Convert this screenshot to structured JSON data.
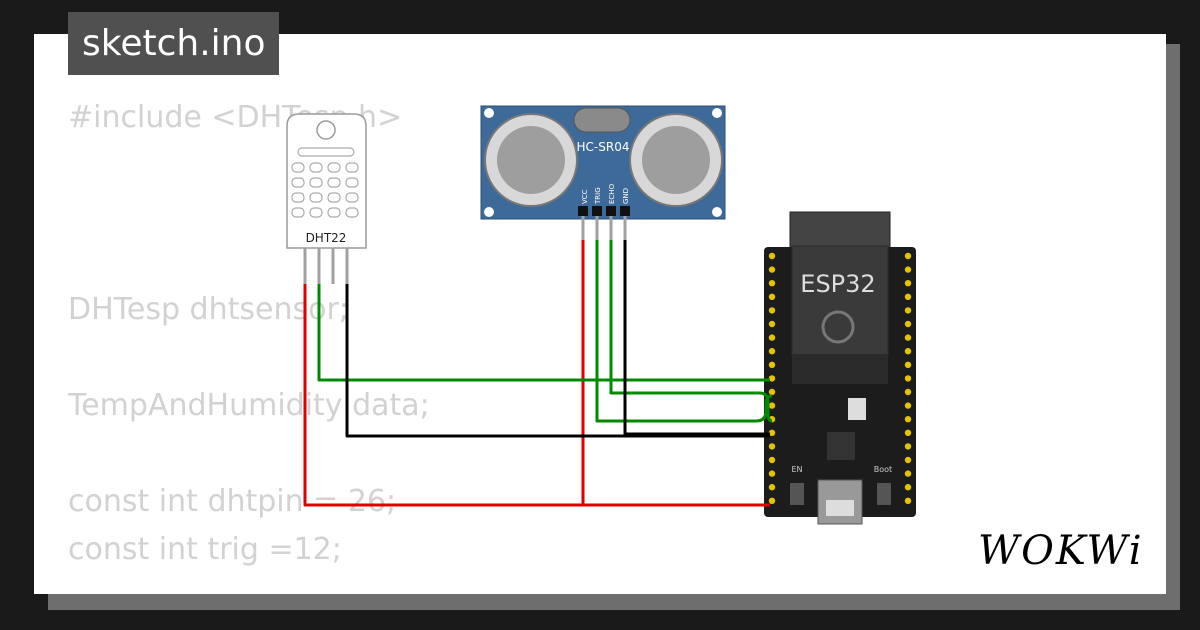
{
  "title": "sketch.ino",
  "code_lines": [
    "#include <DHTesp.h>",
    "",
    "",
    "",
    "DHTesp dhtsensor;",
    "",
    "TempAndHumidity data;",
    "",
    "const int dhtpin = 26;",
    "const int trig =12;"
  ],
  "components": {
    "dht22_label": "DHT22",
    "hcsr04_label": "HC-SR04",
    "hcsr04_pins": [
      "VCC",
      "TRIG",
      "ECHO",
      "GND"
    ],
    "esp32_label": "ESP32",
    "esp32_en_label": "EN",
    "esp32_boot_label": "Boot"
  },
  "logo": "WOKWi",
  "colors": {
    "wire_red": "#e00000",
    "wire_green": "#008a00",
    "wire_black": "#000000",
    "hcsr04_board": "#3e6a9a",
    "esp32_board": "#1c1c1c"
  }
}
